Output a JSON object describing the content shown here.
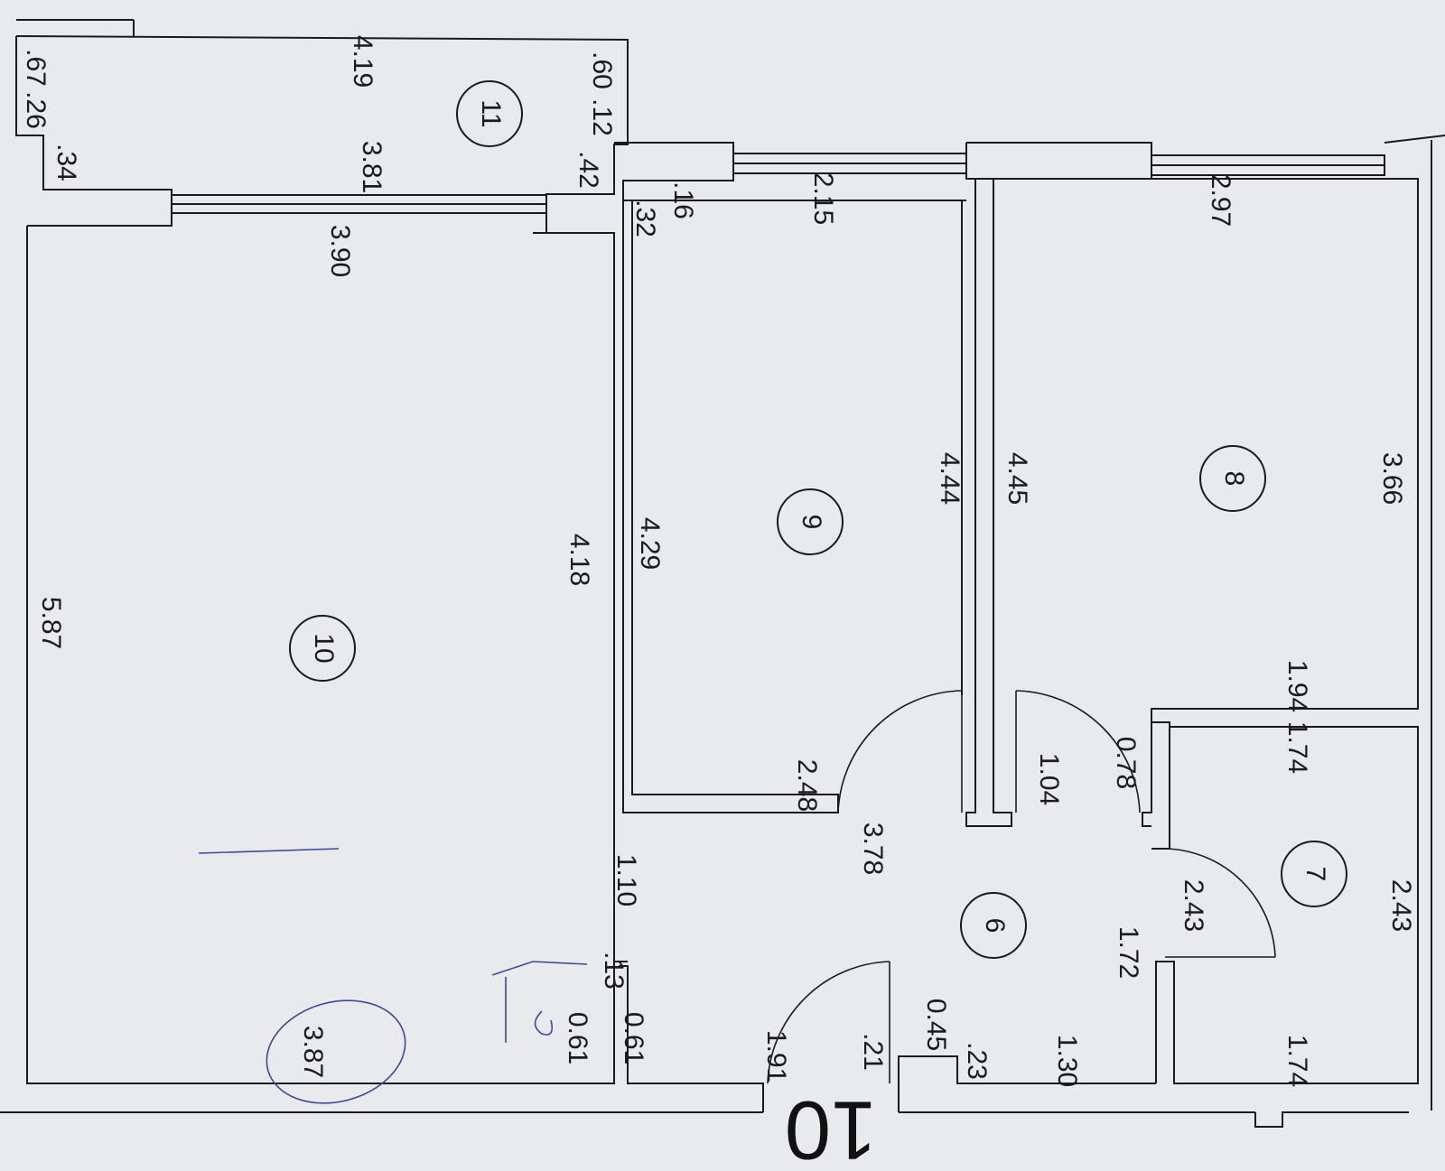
{
  "colors": {
    "paper": "#e9eaee",
    "ink": "#1b1b1b",
    "pen": "#3a4a9a"
  },
  "sheet_number": "10",
  "rooms": [
    {
      "id": "room-11",
      "number": "11"
    },
    {
      "id": "room-10",
      "number": "10"
    },
    {
      "id": "room-9",
      "number": "9"
    },
    {
      "id": "room-8",
      "number": "8"
    },
    {
      "id": "room-7",
      "number": "7"
    },
    {
      "id": "room-6",
      "number": "6"
    }
  ],
  "dimensions": {
    "d_419": "4.19",
    "d_381": "3.81",
    "d_060": ".60",
    "d_012": ".12",
    "d_042": ".42",
    "d_067": ".67",
    "d_026": ".26",
    "d_034": ".34",
    "d_390": "3.90",
    "d_587": "5.87",
    "d_418": "4.18",
    "d_387": "3.87",
    "d_061a": "0.61",
    "d_061b": "0.61",
    "d_013": ".13",
    "d_110": "1.10",
    "d_016": ".16",
    "d_032": ".32",
    "d_215": "2.15",
    "d_429": "4.29",
    "d_444": "4.44",
    "d_248": "2.48",
    "d_378": "3.78",
    "d_191": "1.91",
    "d_021": ".21",
    "d_045": "0.45",
    "d_023": ".23",
    "d_130": "1.30",
    "d_104": "1.04",
    "d_445": "4.45",
    "d_297": "2.97",
    "d_366": "3.66",
    "d_194": "1.94",
    "d_078": "0.78",
    "d_174a": "1.74",
    "d_243a": "2.43",
    "d_172": "1.72",
    "d_174b": "1.74",
    "d_243b": "2.43"
  }
}
